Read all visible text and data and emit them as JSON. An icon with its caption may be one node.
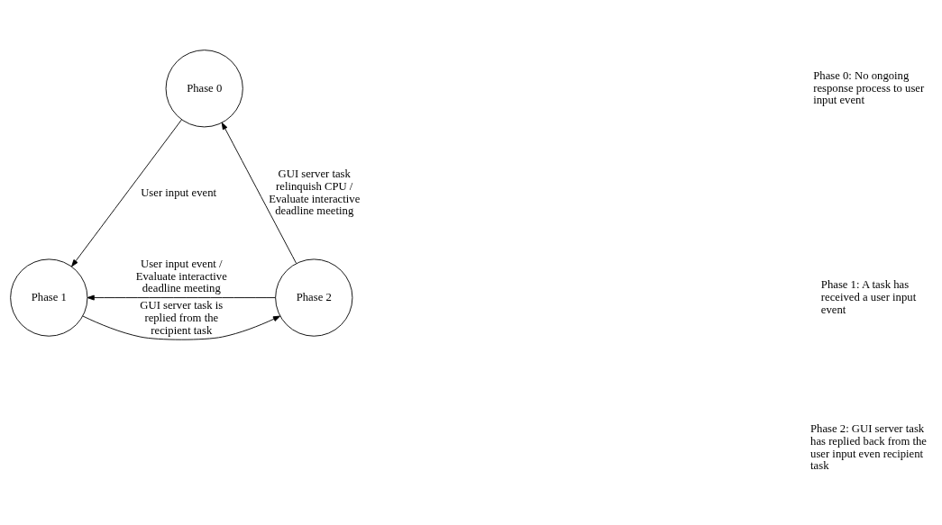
{
  "diagram": {
    "nodes": [
      {
        "text": [
          "Phase 0"
        ]
      },
      {
        "text": [
          "Phase 1"
        ]
      },
      {
        "text": [
          "Phase 2"
        ]
      }
    ],
    "edges": [
      {
        "from": 0,
        "to": 1,
        "arrow": "to",
        "label": "User input event"
      },
      {
        "from": 1,
        "to": 2,
        "arrow": "to",
        "label": "GUI server task is replied from the recipient task"
      },
      {
        "from": 2,
        "to": 1,
        "arrow": "to",
        "label": "User input event / Evaluate interactive deadline meeting"
      },
      {
        "from": 2,
        "to": 0,
        "arrow": "to",
        "label": "GUI server task relinquish CPU / Evaluate interactive deadline meeting"
      }
    ],
    "labels": [
      "Phase 0: No ongoing response process to user input event",
      "Phase 1: A task has received a user input event",
      "Phase 2: GUI server task has replied back from the user input even recipient task"
    ]
  }
}
